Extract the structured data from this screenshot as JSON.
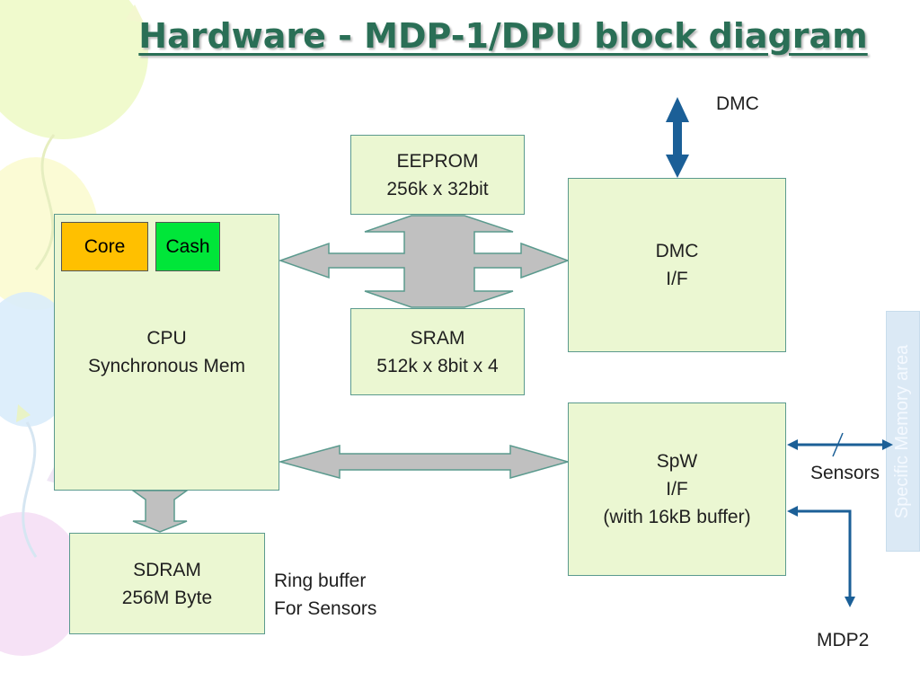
{
  "slide": {
    "title": "Hardware - MDP-1/DPU block diagram"
  },
  "blocks": {
    "eeprom": {
      "line1": "EEPROM",
      "line2": "256k x 32bit"
    },
    "sram": {
      "line1": "SRAM",
      "line2": "512k x 8bit x 4"
    },
    "cpu": {
      "line1": "CPU",
      "line2": "Synchronous Mem"
    },
    "core": {
      "label": "Core",
      "color": "#ffc000"
    },
    "cash": {
      "label": "Cash",
      "color": "#00e639"
    },
    "dmc_if": {
      "line1": "DMC",
      "line2": "I/F"
    },
    "spw_if": {
      "line1": "SpW",
      "line2": "I/F",
      "line3": "(with 16kB buffer)"
    },
    "sdram": {
      "line1": "SDRAM",
      "line2": "256M Byte"
    }
  },
  "labels": {
    "dmc": "DMC",
    "sensors": "Sensors",
    "mdp2": "MDP2",
    "ring_buffer_line1": "Ring buffer",
    "ring_buffer_line2": "For Sensors",
    "side_tab": "Specific Memory area"
  },
  "colors": {
    "box_fill": "#ebf7d2",
    "box_border": "#5b9a8e",
    "bus_arrow_fill": "#c0c0c0",
    "bus_arrow_stroke": "#5b9a8e",
    "link_arrow": "#1b5f97",
    "title": "#2a6f56"
  }
}
